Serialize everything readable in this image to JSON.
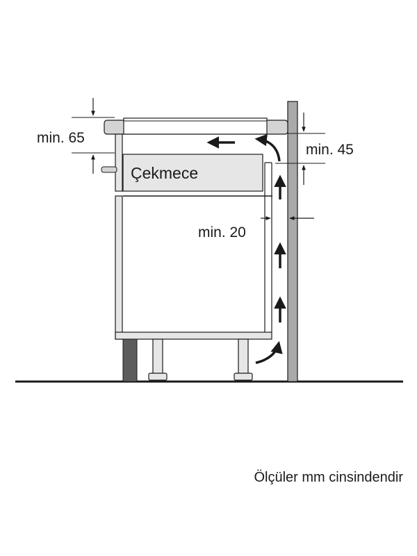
{
  "diagram": {
    "drawer_label": "Çekmece",
    "dimensions": {
      "top_clearance": "min. 65",
      "wall_gap_top": "min. 45",
      "rear_gap": "min. 20"
    }
  },
  "caption": "Ölçüler mm cinsindendir",
  "colors": {
    "line": "#1a1a1a",
    "wall": "#a9a9a9",
    "plinth": "#5c5c5c",
    "panel": "#e6e6e6",
    "hob": "#d4d4d4"
  }
}
